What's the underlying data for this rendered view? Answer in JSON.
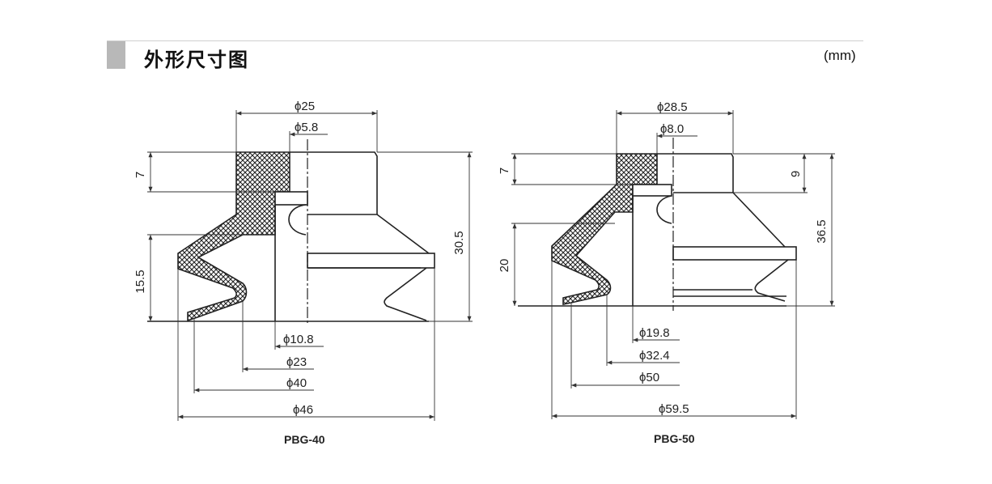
{
  "header": {
    "title": "外形尺寸图",
    "unit": "(mm)"
  },
  "pbg40": {
    "caption": "PBG-40",
    "dims": {
      "d25": "ϕ25",
      "d5_8": "ϕ5.8",
      "h7": "7",
      "h15_5": "15.5",
      "h30_5": "30.5",
      "d10_8": "ϕ10.8",
      "d23": "ϕ23",
      "d40": "ϕ40",
      "d46": "ϕ46"
    }
  },
  "pbg50": {
    "caption": "PBG-50",
    "dims": {
      "d28_5": "ϕ28.5",
      "d8_0": "ϕ8.0",
      "h7": "7",
      "h9": "9",
      "h20": "20",
      "h36_5": "36.5",
      "d19_8": "ϕ19.8",
      "d32_4": "ϕ32.4",
      "d50": "ϕ50",
      "d59_5": "ϕ59.5"
    }
  }
}
